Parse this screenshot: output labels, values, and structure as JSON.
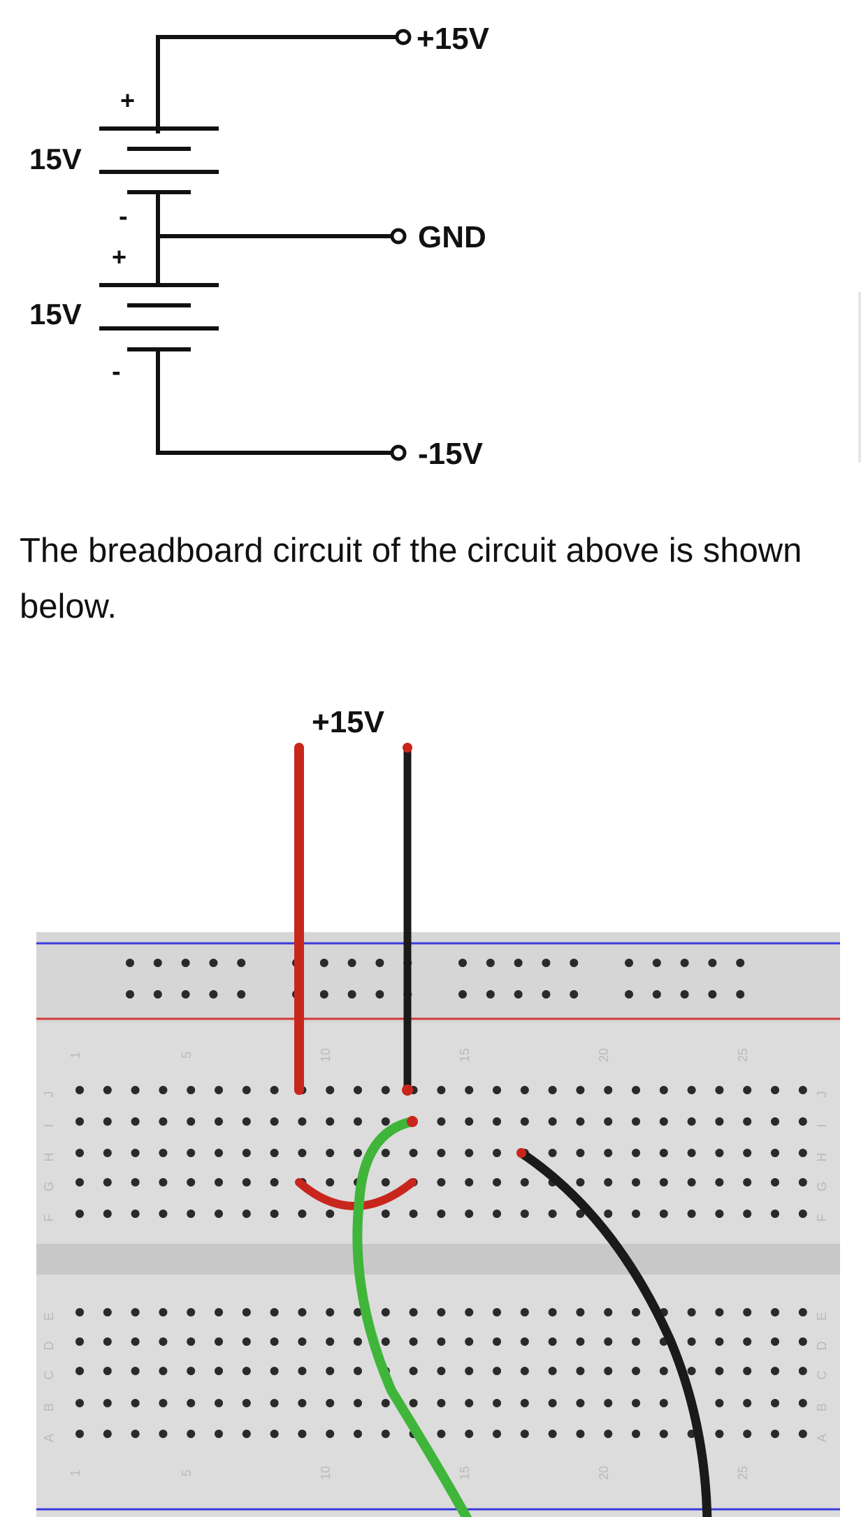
{
  "schematic": {
    "terminals": {
      "top": "+15V",
      "mid": "GND",
      "bottom": "-15V"
    },
    "batteries": [
      {
        "voltage": "15V",
        "plus": "+",
        "minus": "-"
      },
      {
        "voltage": "15V",
        "plus": "+",
        "minus": "-"
      }
    ]
  },
  "caption": "The breadboard circuit of the circuit above is shown below.",
  "breadboard": {
    "wire_label": "+15V",
    "row_letters_top": [
      "J",
      "I",
      "H",
      "G",
      "F"
    ],
    "row_letters_bottom": [
      "E",
      "D",
      "C",
      "B",
      "A"
    ],
    "column_numbers": [
      "1",
      "5",
      "10",
      "15",
      "20",
      "25"
    ],
    "wire_colors": {
      "red": "#c8261c",
      "black": "#1a1a1a",
      "green": "#3fb53a"
    },
    "rail_colors": {
      "blue": "#3a3ae0",
      "red": "#d23a3a"
    }
  }
}
